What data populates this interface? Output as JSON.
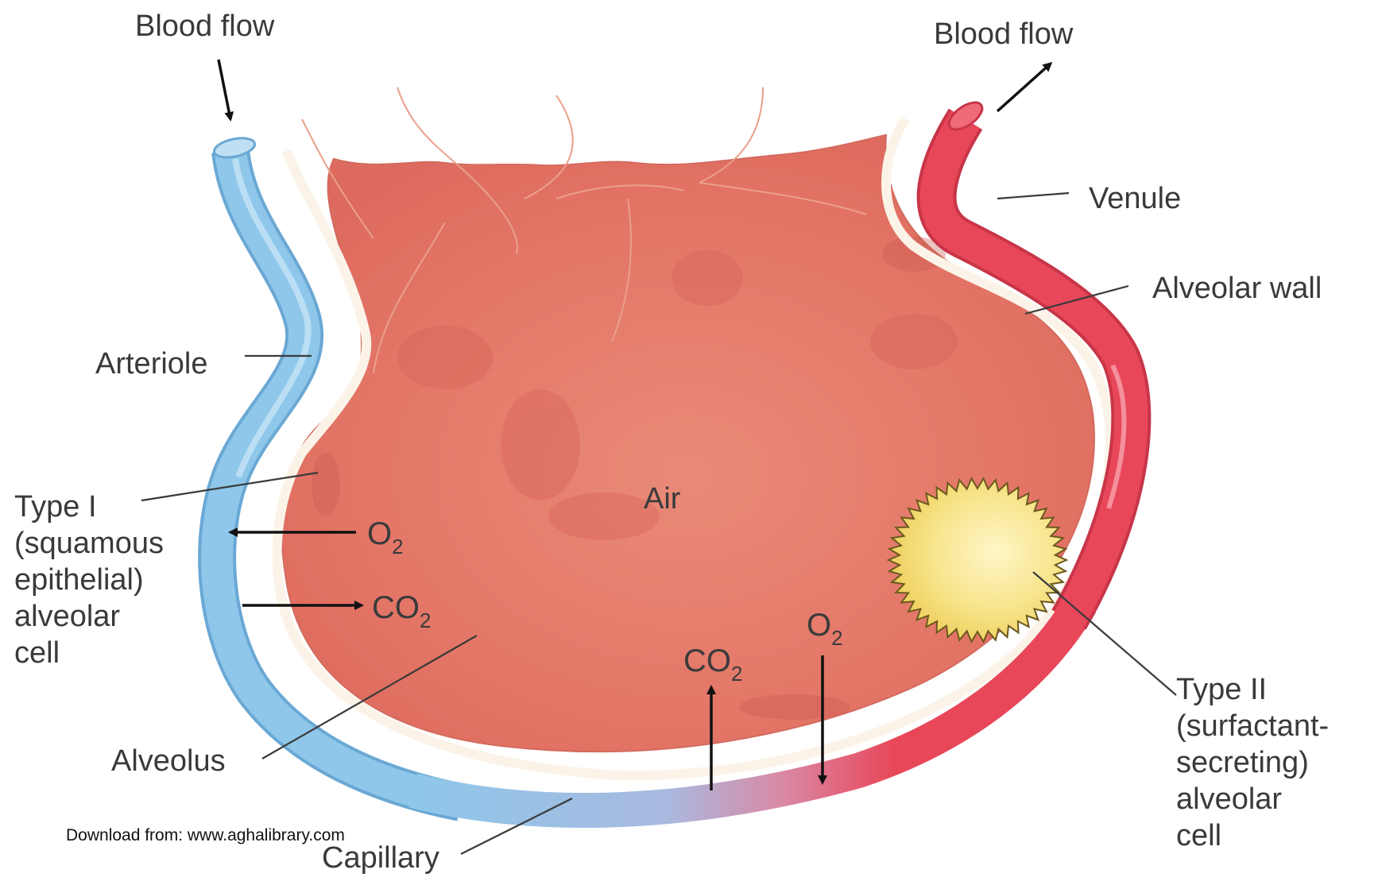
{
  "labels": {
    "blood_flow_in": "Blood flow",
    "blood_flow_out": "Blood flow",
    "venule": "Venule",
    "alveolar_wall": "Alveolar wall",
    "arteriole": "Arteriole",
    "air": "Air",
    "type1": [
      "Type I",
      "(squamous",
      "epithelial)",
      "alveolar",
      "cell"
    ],
    "alveolus": "Alveolus",
    "capillary": "Capillary",
    "type2": [
      "Type II",
      "(surfactant-",
      "secreting)",
      "alveolar",
      "cell"
    ]
  },
  "gases": {
    "o2_left": {
      "base": "O",
      "sub": "2"
    },
    "co2_left": {
      "base": "CO",
      "sub": "2"
    },
    "co2_bottom": {
      "base": "CO",
      "sub": "2"
    },
    "o2_bottom": {
      "base": "O",
      "sub": "2"
    }
  },
  "credit": "Download from: www.aghalibrary.com",
  "colors": {
    "arteriole_blue": "#8ec7ea",
    "venule_red": "#e8475a",
    "alveolus_tissue": "#e4786a",
    "type2_cell": "#f5e27a"
  }
}
